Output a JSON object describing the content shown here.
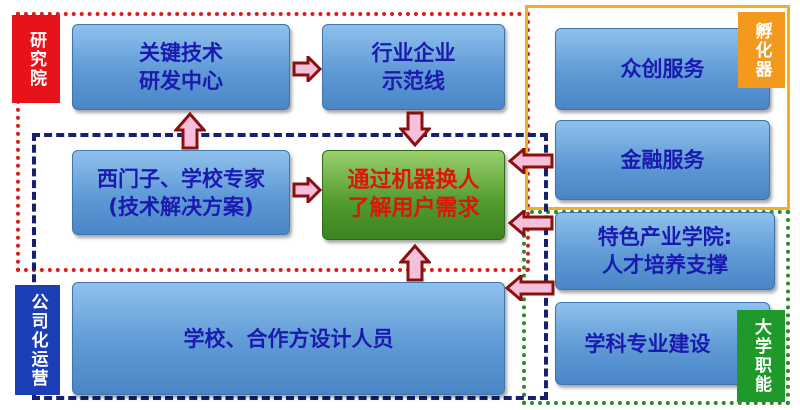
{
  "regions": {
    "research": {
      "label": "研究院",
      "color": "#e8121a"
    },
    "incubator": {
      "label": "孵化器",
      "color": "#f39a1e"
    },
    "university": {
      "label": "大学职能",
      "color": "#1f9a2a"
    },
    "company": {
      "label": "公司化运营",
      "color": "#1530a0"
    }
  },
  "boxes": {
    "rd_center": [
      "关键技术",
      "研发中心"
    ],
    "demo_line": [
      "行业企业",
      "示范线"
    ],
    "experts": [
      "西门子、学校专家",
      "(技术解决方案)"
    ],
    "core": [
      "通过机器换人",
      "了解用户需求"
    ],
    "designers": "学校、合作方设计人员",
    "maker": "众创服务",
    "finance": "金融服务",
    "college": [
      "特色产业学院:",
      "人才培养支撑"
    ],
    "discipline": "学科专业建设"
  }
}
